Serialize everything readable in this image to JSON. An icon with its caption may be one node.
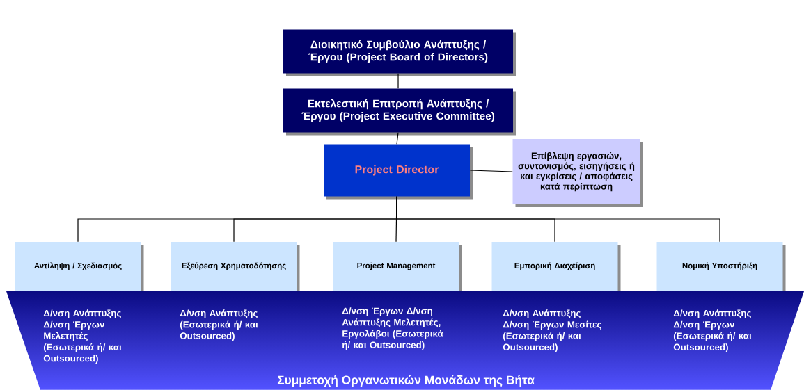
{
  "diagram": {
    "nodes": [
      {
        "text": [
          "Διοικητικό Συμβούλιο Ανάπτυξης / Έργου (Project Board of Directors)"
        ]
      },
      {
        "text": [
          "Εκτελεστική Επιτροπή Ανάπτυξης / Έργου (Project Executive Committee)"
        ]
      },
      {
        "text": [
          "Project Director"
        ]
      },
      {
        "text": [
          "Επίβλεψη εργασιών, συντονισμός, εισηγήσεις ή και εγκρίσεις / αποφάσεις κατά περίπτωση"
        ]
      },
      {
        "text": [
          "Αντίληψη / Σχεδιασμός"
        ]
      },
      {
        "text": [
          "Εξεύρεση Χρηματοδότησης"
        ]
      },
      {
        "text": [
          "Project Management"
        ]
      },
      {
        "text": [
          "Εμπορική Διαχείριση"
        ]
      },
      {
        "text": [
          "Νομική Υποστήριξη"
        ]
      },
      {
        "text": [
          "Δ/νση Ανάπτυξης Δ/νση Έργων Μελετητές (Εσωτερικά ή/ και Outsourced)",
          "Δ/νση Ανάπτυξης (Εσωτερικά ή/ και Outsourced)",
          "Δ/νση Έργων Δ/νση Ανάπτυξης Μελετητές, Εργολάβοι (Εσωτερικά ή/ και Outsourced)",
          "Δ/νση Ανάπτυξης Δ/νση Έργων Μεσίτες (Εσωτερικά ή/ και Outsourced)",
          "Δ/νση Ανάπτυξης Δ/νση Έργων (Εσωτερικά ή/ και Outsourced)",
          "Συμμετοχή Οργανωτικών Μονάδων της Βήτα"
        ]
      }
    ],
    "edges": [
      {
        "from": 0,
        "to": 1,
        "arrow": "none"
      },
      {
        "from": 1,
        "to": 2,
        "arrow": "none"
      },
      {
        "from": 2,
        "to": 3,
        "arrow": "none"
      },
      {
        "from": 2,
        "to": 4,
        "arrow": "none"
      },
      {
        "from": 2,
        "to": 5,
        "arrow": "none"
      },
      {
        "from": 2,
        "to": 6,
        "arrow": "none"
      },
      {
        "from": 2,
        "to": 7,
        "arrow": "none"
      },
      {
        "from": 2,
        "to": 8,
        "arrow": "none"
      }
    ]
  }
}
